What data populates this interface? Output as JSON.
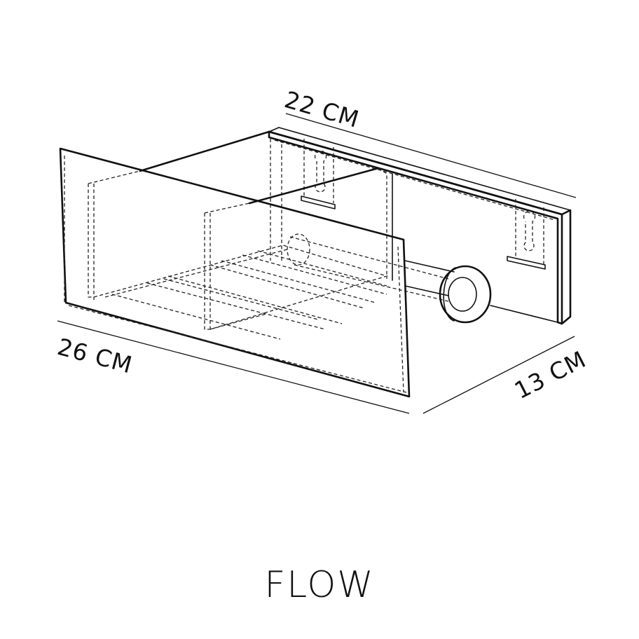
{
  "dimensions": {
    "width_label": "22 CM",
    "length_label": "26 CM",
    "depth_label": "13 CM"
  },
  "title": "FLOW"
}
